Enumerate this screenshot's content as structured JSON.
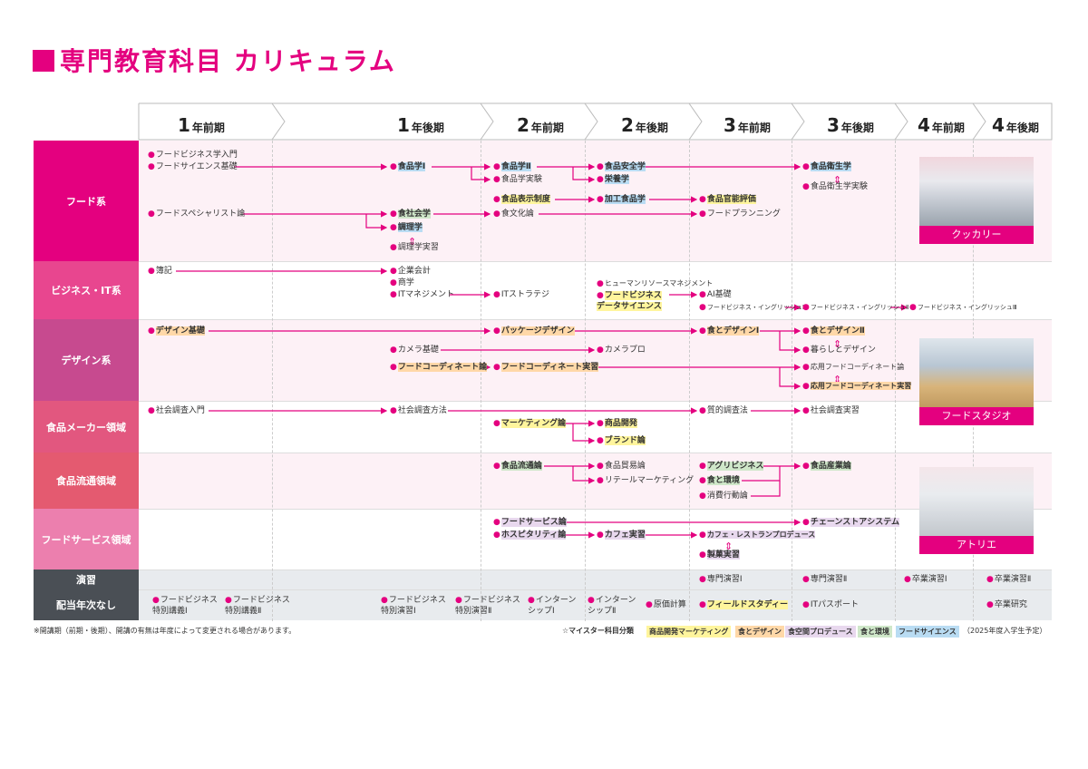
{
  "title": "専門教育科目 カリキュラム",
  "semesters": [
    {
      "num": "1",
      "label": "年前期"
    },
    {
      "num": "1",
      "label": "年後期"
    },
    {
      "num": "2",
      "label": "年前期"
    },
    {
      "num": "2",
      "label": "年後期"
    },
    {
      "num": "3",
      "label": "年前期"
    },
    {
      "num": "3",
      "label": "年後期"
    },
    {
      "num": "4",
      "label": "年前期"
    },
    {
      "num": "4",
      "label": "年後期"
    }
  ],
  "categories": {
    "food": "フード系",
    "biz": "ビジネス・IT系",
    "design": "デザイン系",
    "maker": "食品メーカー領域",
    "dist": "食品流通領域",
    "service": "フードサービス領域",
    "practice": "演習",
    "noyear": "配当年次なし"
  },
  "courses": {
    "food_business_intro": "フードビジネス学入門",
    "food_science_basic": "フードサイエンス基礎",
    "food_specialist": "フードスペシャリスト論",
    "food_science_1": "食品学Ⅰ",
    "food_society": "食社会学",
    "cooking": "調理学",
    "cooking_lab": "調理学実習",
    "food_science_2": "食品学Ⅱ",
    "food_science_lab": "食品学実験",
    "food_labeling": "食品表示制度",
    "food_culture": "食文化論",
    "food_safety": "食品安全学",
    "nutrition": "栄養学",
    "processed_food": "加工食品学",
    "sensory": "食品官能評価",
    "food_planning": "フードプランニング",
    "food_hygiene": "食品衛生学",
    "food_hygiene_lab": "食品衛生学実験",
    "bookkeeping": "簿記",
    "corp_accounting": "企業会計",
    "commerce": "商学",
    "it_mgmt": "ITマネジメント",
    "it_strategy": "ITストラテジ",
    "hr_mgmt": "ヒューマンリソースマネジメント",
    "food_biz_ds": "フードビジネス\nデータサイエンス",
    "ai_basic": "AI基礎",
    "fb_english_1": "フードビジネス・イングリッシュⅠ",
    "fb_english_2": "フードビジネス・イングリッシュⅡ",
    "fb_english_3": "フードビジネス・イングリッシュⅢ",
    "design_basic": "デザイン基礎",
    "camera_basic": "カメラ基礎",
    "food_coord_theory": "フードコーディネート論",
    "package_design": "パッケージデザイン",
    "camera_pro": "カメラプロ",
    "food_coord_practice": "フードコーディネート実習",
    "food_design_1": "食とデザインⅠ",
    "food_design_2": "食とデザインⅡ",
    "life_design": "暮らしとデザイン",
    "applied_coord_theory": "応用フードコーディネート論",
    "applied_coord_practice": "応用フードコーディネート実習",
    "social_survey_intro": "社会調査入門",
    "social_survey_method": "社会調査方法",
    "marketing": "マーケティング論",
    "product_dev": "商品開発",
    "brand": "ブランド論",
    "qualitative": "質的調査法",
    "social_survey_practice": "社会調査実習",
    "food_distribution": "食品流通論",
    "food_trade": "食品貿易論",
    "retail_marketing": "リテールマーケティング",
    "agribusiness": "アグリビジネス",
    "food_env": "食と環境",
    "consumer": "消費行動論",
    "food_industry": "食品産業論",
    "food_service": "フードサービス論",
    "hospitality": "ホスピタリティ論",
    "cafe_practice": "カフェ実習",
    "cafe_produce": "カフェ・レストランプロデュース",
    "confectionery": "製菓実習",
    "chain_store": "チェーンストアシステム",
    "seminar_1": "専門演習Ⅰ",
    "seminar_2": "専門演習Ⅱ",
    "grad_seminar_1": "卒業演習Ⅰ",
    "grad_seminar_2": "卒業演習Ⅱ",
    "fb_special_lec_1": "フードビジネス\n特別講義Ⅰ",
    "fb_special_lec_2": "フードビジネス\n特別講義Ⅱ",
    "fb_special_prac_1": "フードビジネス\n特別演習Ⅰ",
    "fb_special_prac_2": "フードビジネス\n特別演習Ⅱ",
    "internship_1": "インターン\nシップⅠ",
    "internship_2": "インターン\nシップⅡ",
    "cost_accounting": "原価計算",
    "field_study": "フィールドスタディー",
    "it_passport": "ITパスポート",
    "grad_research": "卒業研究"
  },
  "photos": {
    "cookery": "クッカリー",
    "studio": "フードスタジオ",
    "atelier": "アトリエ"
  },
  "footnote": "※開講期（前期・後期）、開講の有無は年度によって変更される場合があります。",
  "legend": {
    "title": "☆マイスター科目分類",
    "items": [
      {
        "label": "商品開発マーケティング",
        "color": "#fff59d"
      },
      {
        "label": "食とデザイン",
        "color": "#ffd8a8"
      },
      {
        "label": "食空間プロデュース",
        "color": "#e8d8ee"
      },
      {
        "label": "食と環境",
        "color": "#cfe7c9"
      },
      {
        "label": "フードサイエンス",
        "color": "#b9dcf3"
      }
    ],
    "note": "（2025年度入学生予定）"
  },
  "colors": {
    "accent": "#e4007f",
    "food": "#e4007f",
    "biz": "#e8468f",
    "design": "#c74a8f",
    "maker": "#e2577f",
    "dist": "#e45a70",
    "service": "#ec7fae",
    "practice": "#4a4f55"
  }
}
